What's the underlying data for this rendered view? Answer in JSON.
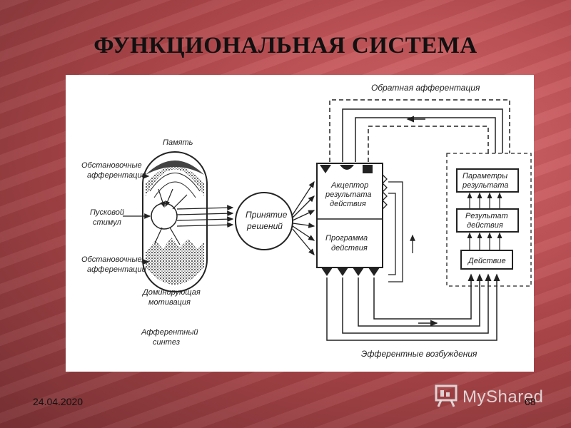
{
  "slide": {
    "title": "ФУНКЦИОНАЛЬНАЯ СИСТЕМА",
    "date": "24.04.2020",
    "page_number": "68",
    "logo_text": "MyShared"
  },
  "diagram": {
    "feedback_top": "Обратная афферентация",
    "memory": "Память",
    "situational_top": [
      "Обстановочные",
      "афферентации"
    ],
    "trigger": [
      "Пусковой",
      "стимул"
    ],
    "situational_bottom": [
      "Обстановочные",
      "афферентации"
    ],
    "motivation": [
      "Доминирующая",
      "мотивация"
    ],
    "afferent_synthesis": [
      "Афферентный",
      "синтез"
    ],
    "decision": [
      "Принятие",
      "решений"
    ],
    "acceptor": [
      "Акцептор",
      "результата",
      "действия"
    ],
    "program": [
      "Программа",
      "действия"
    ],
    "params": [
      "Параметры",
      "результата"
    ],
    "result": [
      "Результат",
      "действия"
    ],
    "action": "Действие",
    "efferent": "Эфферентные возбуждения"
  }
}
